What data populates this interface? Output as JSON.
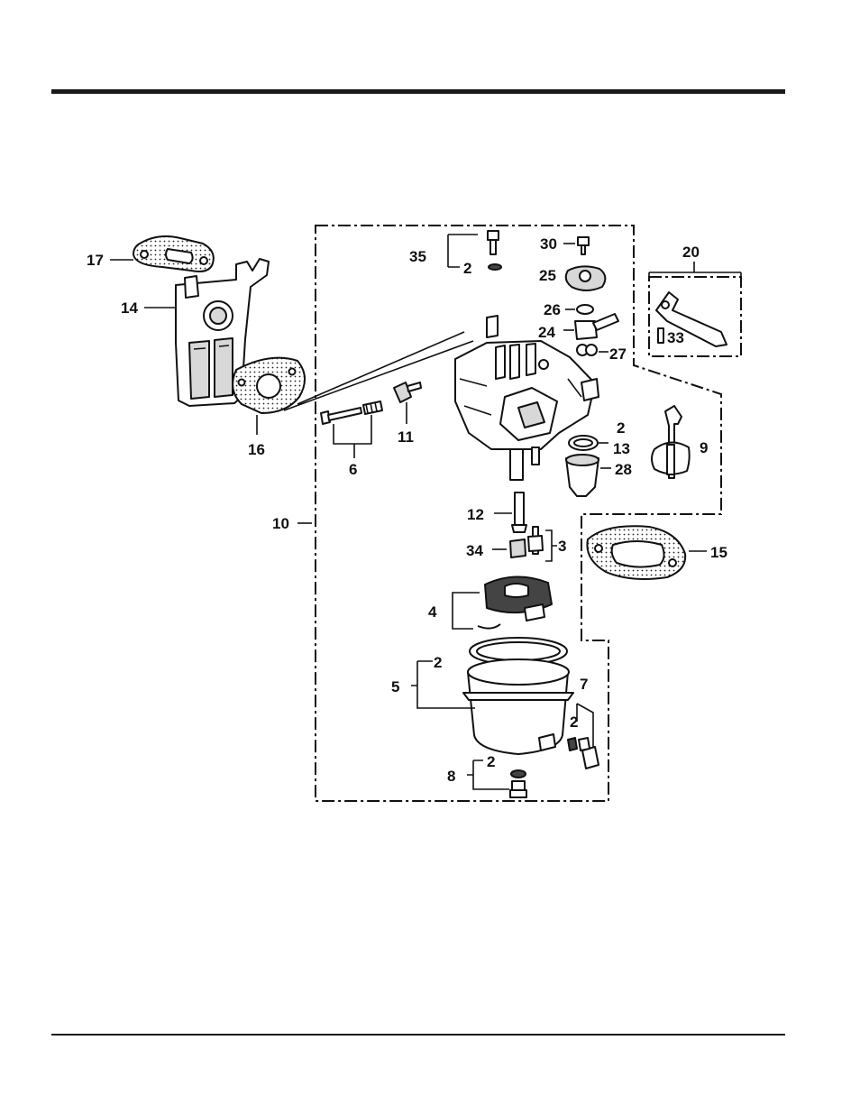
{
  "callouts": {
    "c17": "17",
    "c14": "14",
    "c16": "16",
    "c6": "6",
    "c11": "11",
    "c10": "10",
    "c35": "35",
    "c2a": "2",
    "c30": "30",
    "c25": "25",
    "c26": "26",
    "c24": "24",
    "c27": "27",
    "c20": "20",
    "c33": "33",
    "c2b": "2",
    "c13": "13",
    "c28": "28",
    "c9": "9",
    "c12": "12",
    "c34": "34",
    "c3": "3",
    "c15": "15",
    "c4": "4",
    "c2c": "2",
    "c5": "5",
    "c7": "7",
    "c2d": "2",
    "c2e": "2",
    "c8": "8"
  }
}
